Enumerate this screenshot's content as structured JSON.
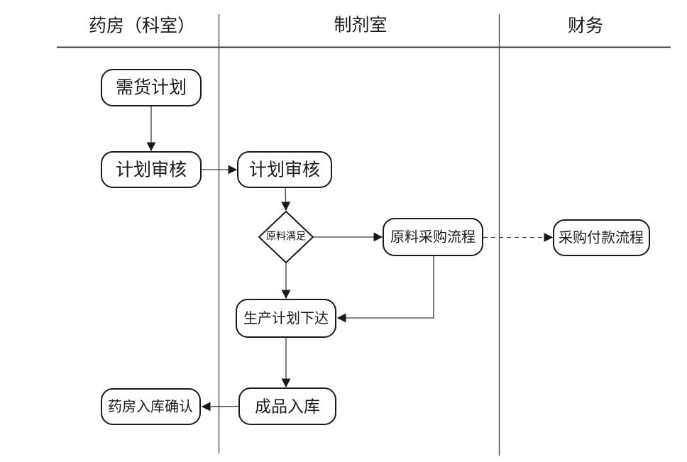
{
  "diagram": {
    "type": "swimlane-flowchart",
    "lanes": [
      {
        "id": "pharmacy",
        "label": "药房（科室）"
      },
      {
        "id": "preparation-room",
        "label": "制剂室"
      },
      {
        "id": "finance",
        "label": "财务"
      }
    ],
    "nodes": [
      {
        "id": "demand-plan",
        "lane": "pharmacy",
        "shape": "rounded-rect",
        "label": "需货计划"
      },
      {
        "id": "plan-review-pharmacy",
        "lane": "pharmacy",
        "shape": "rounded-rect",
        "label": "计划审核"
      },
      {
        "id": "plan-review-prep",
        "lane": "preparation-room",
        "shape": "rounded-rect",
        "label": "计划审核"
      },
      {
        "id": "raw-material-sufficient",
        "lane": "preparation-room",
        "shape": "diamond",
        "label": "原料满足"
      },
      {
        "id": "raw-material-purchase",
        "lane": "preparation-room",
        "shape": "rounded-rect",
        "label": "原料采购流程"
      },
      {
        "id": "purchase-payment",
        "lane": "finance",
        "shape": "rounded-rect",
        "label": "采购付款流程"
      },
      {
        "id": "production-plan-issue",
        "lane": "preparation-room",
        "shape": "rounded-rect",
        "label": "生产计划下达"
      },
      {
        "id": "finished-goods-storage",
        "lane": "preparation-room",
        "shape": "rounded-rect",
        "label": "成品入库"
      },
      {
        "id": "pharmacy-storage-confirm",
        "lane": "pharmacy",
        "shape": "rounded-rect",
        "label": "药房入库确认"
      }
    ],
    "edges": [
      {
        "from": "demand-plan",
        "to": "plan-review-pharmacy",
        "style": "solid"
      },
      {
        "from": "plan-review-pharmacy",
        "to": "plan-review-prep",
        "style": "solid"
      },
      {
        "from": "plan-review-prep",
        "to": "raw-material-sufficient",
        "style": "solid"
      },
      {
        "from": "raw-material-sufficient",
        "to": "raw-material-purchase",
        "style": "solid"
      },
      {
        "from": "raw-material-purchase",
        "to": "purchase-payment",
        "style": "dashed"
      },
      {
        "from": "raw-material-sufficient",
        "to": "production-plan-issue",
        "style": "solid"
      },
      {
        "from": "raw-material-purchase",
        "to": "production-plan-issue",
        "style": "solid-elbow"
      },
      {
        "from": "production-plan-issue",
        "to": "finished-goods-storage",
        "style": "solid"
      },
      {
        "from": "finished-goods-storage",
        "to": "pharmacy-storage-confirm",
        "style": "solid"
      }
    ],
    "colors": {
      "background": "#ffffff",
      "node_fill": "#ffffff",
      "node_border": "#1a1a1a",
      "line": "#3c3c3c",
      "text": "#1a1a1a"
    }
  }
}
